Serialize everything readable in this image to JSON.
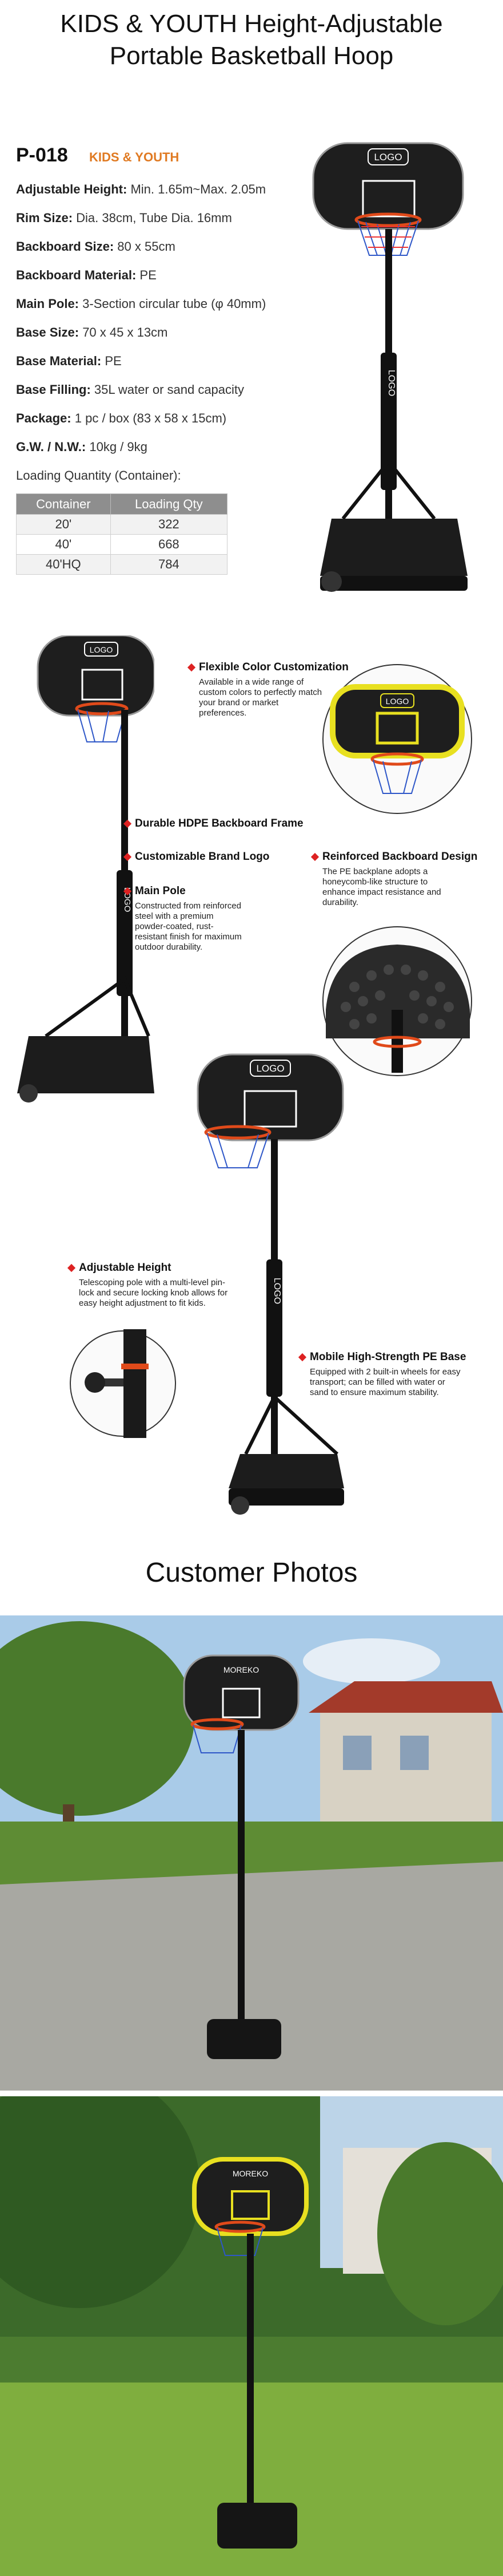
{
  "title_line1": "KIDS & YOUTH Height-Adjustable",
  "title_line2": "Portable Basketball Hoop",
  "model": "P-018",
  "model_sub": "KIDS & YOUTH",
  "specs": [
    {
      "label": "Adjustable Height:",
      "value": "Min. 1.65m~Max. 2.05m"
    },
    {
      "label": "Rim Size:",
      "value": "Dia. 38cm, Tube Dia. 16mm"
    },
    {
      "label": "Backboard Size:",
      "value": "80 x 55cm"
    },
    {
      "label": "Backboard Material:",
      "value": "PE"
    },
    {
      "label": "Main Pole:",
      "value": "3-Section circular tube (φ 40mm)"
    },
    {
      "label": "Base Size:",
      "value": "70 x 45 x 13cm"
    },
    {
      "label": "Base Material:",
      "value": "PE"
    },
    {
      "label": "Base Filling:",
      "value": "35L water or sand capacity"
    },
    {
      "label": "Package:",
      "value": "1 pc / box (83 x 58 x 15cm)"
    },
    {
      "label": "G.W. / N.W.:",
      "value": "10kg / 9kg"
    },
    {
      "label": "Loading Quantity (Container):",
      "value": ""
    }
  ],
  "table": {
    "headers": [
      "Container",
      "Loading Qty"
    ],
    "rows": [
      [
        "20'",
        "322"
      ],
      [
        "40'",
        "668"
      ],
      [
        "40'HQ",
        "784"
      ]
    ]
  },
  "logo_text": "LOGO",
  "brand_text": "MOREKO",
  "features": {
    "color": {
      "title": "Flexible Color Customization",
      "desc": "Available in a wide range of custom colors to perfectly match your brand or market preferences."
    },
    "hdpe": {
      "title": "Durable HDPE Backboard Frame"
    },
    "brand": {
      "title": "Customizable Brand Logo"
    },
    "reinforced": {
      "title": "Reinforced Backboard Design",
      "desc": "The PE backplane adopts a honeycomb-like structure to enhance impact resistance and durability."
    },
    "pole": {
      "title": "Main Pole",
      "desc": "Constructed from reinforced steel with a premium powder-coated, rust-resistant finish for maximum outdoor durability."
    },
    "height": {
      "title": "Adjustable Height",
      "desc": "Telescoping pole with a multi-level pin-lock and secure locking knob allows for easy height adjustment to fit kids."
    },
    "base": {
      "title": "Mobile High-Strength PE Base",
      "desc": "Equipped with 2 built-in wheels for easy transport; can be filled with water or sand to ensure maximum stability."
    }
  },
  "customer_title": "Customer Photos",
  "colors": {
    "accent": "#e07a22",
    "callout": "#dd2222",
    "hoop": "#e04a1a",
    "yellow": "#e8e020"
  }
}
